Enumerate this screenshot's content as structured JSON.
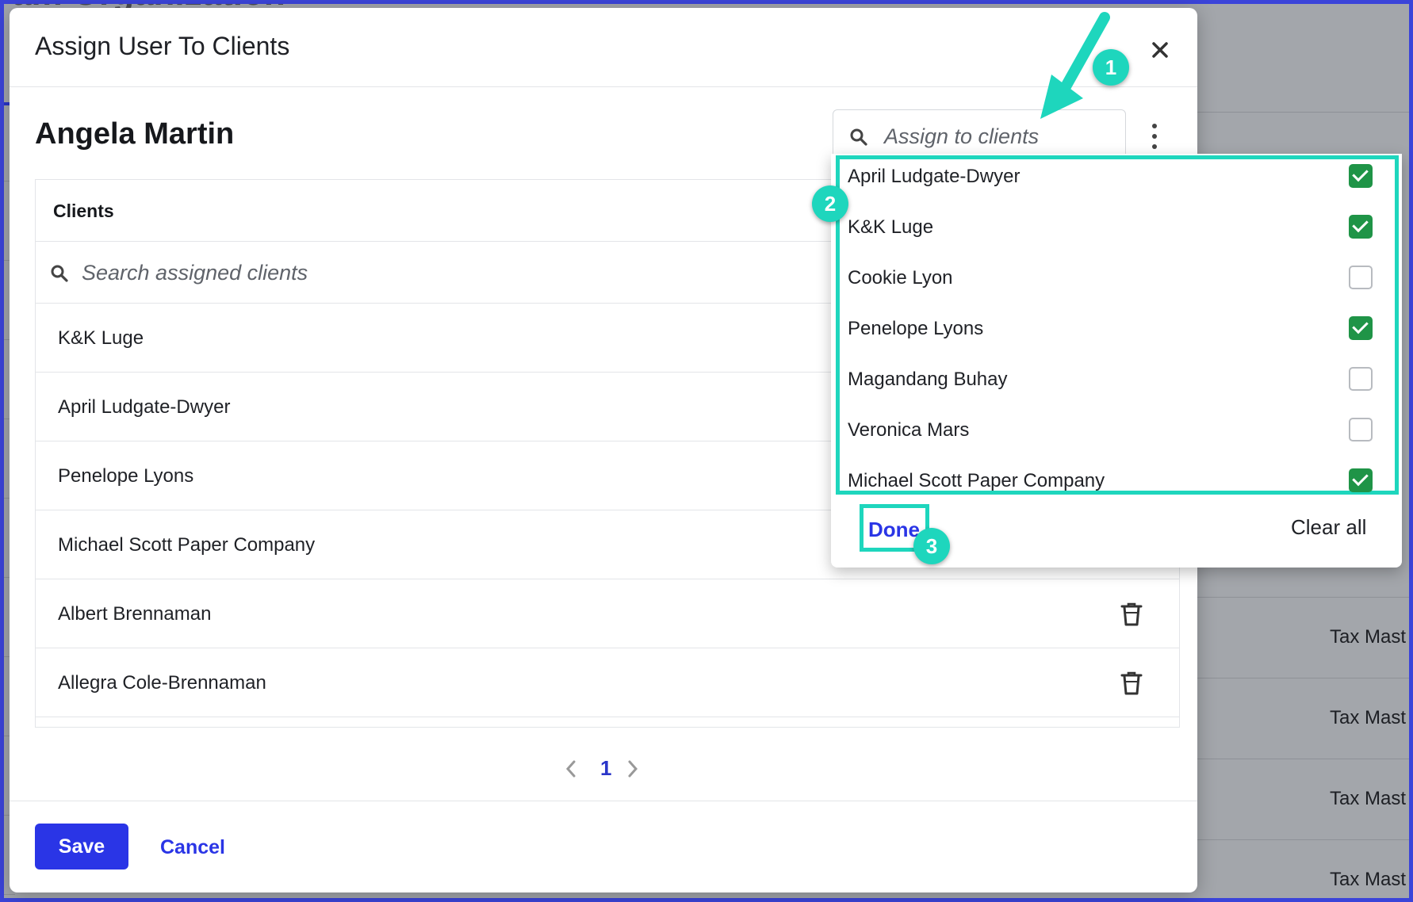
{
  "background": {
    "title": "am Organization",
    "row_text": [
      "Tax Mast",
      "Tax Mast",
      "Tax Mast",
      "Tax Mast"
    ]
  },
  "modal": {
    "title": "Assign User To Clients",
    "close_icon": "close-icon",
    "user_name": "Angela Martin",
    "assign_search": {
      "placeholder": "Assign to clients",
      "icon": "search-icon"
    },
    "more_icon": "kebab-menu-icon",
    "clients": {
      "header": "Clients",
      "search_placeholder": "Search assigned clients",
      "rows": [
        {
          "name": "K&K Luge"
        },
        {
          "name": "April Ludgate-Dwyer"
        },
        {
          "name": "Penelope Lyons"
        },
        {
          "name": "Michael Scott Paper Company"
        },
        {
          "name": "Albert Brennaman"
        },
        {
          "name": "Allegra Cole-Brennaman"
        }
      ],
      "trash_icon": "trash-icon"
    },
    "pagination": {
      "current_page": "1"
    },
    "footer": {
      "save_label": "Save",
      "cancel_label": "Cancel"
    }
  },
  "dropdown": {
    "items": [
      {
        "label": "April Ludgate-Dwyer",
        "checked": true
      },
      {
        "label": "K&K Luge",
        "checked": true
      },
      {
        "label": "Cookie Lyon",
        "checked": false
      },
      {
        "label": "Penelope Lyons",
        "checked": true
      },
      {
        "label": "Magandang Buhay",
        "checked": false
      },
      {
        "label": "Veronica Mars",
        "checked": false
      },
      {
        "label": "Michael Scott Paper Company",
        "checked": true
      }
    ],
    "done_label": "Done",
    "clear_label": "Clear all"
  },
  "annotations": {
    "step1": "1",
    "step2": "2",
    "step3": "3",
    "accent_color": "#1ed6bd"
  },
  "colors": {
    "primary": "#2a35e6",
    "checkbox_checked": "#1f9447"
  }
}
